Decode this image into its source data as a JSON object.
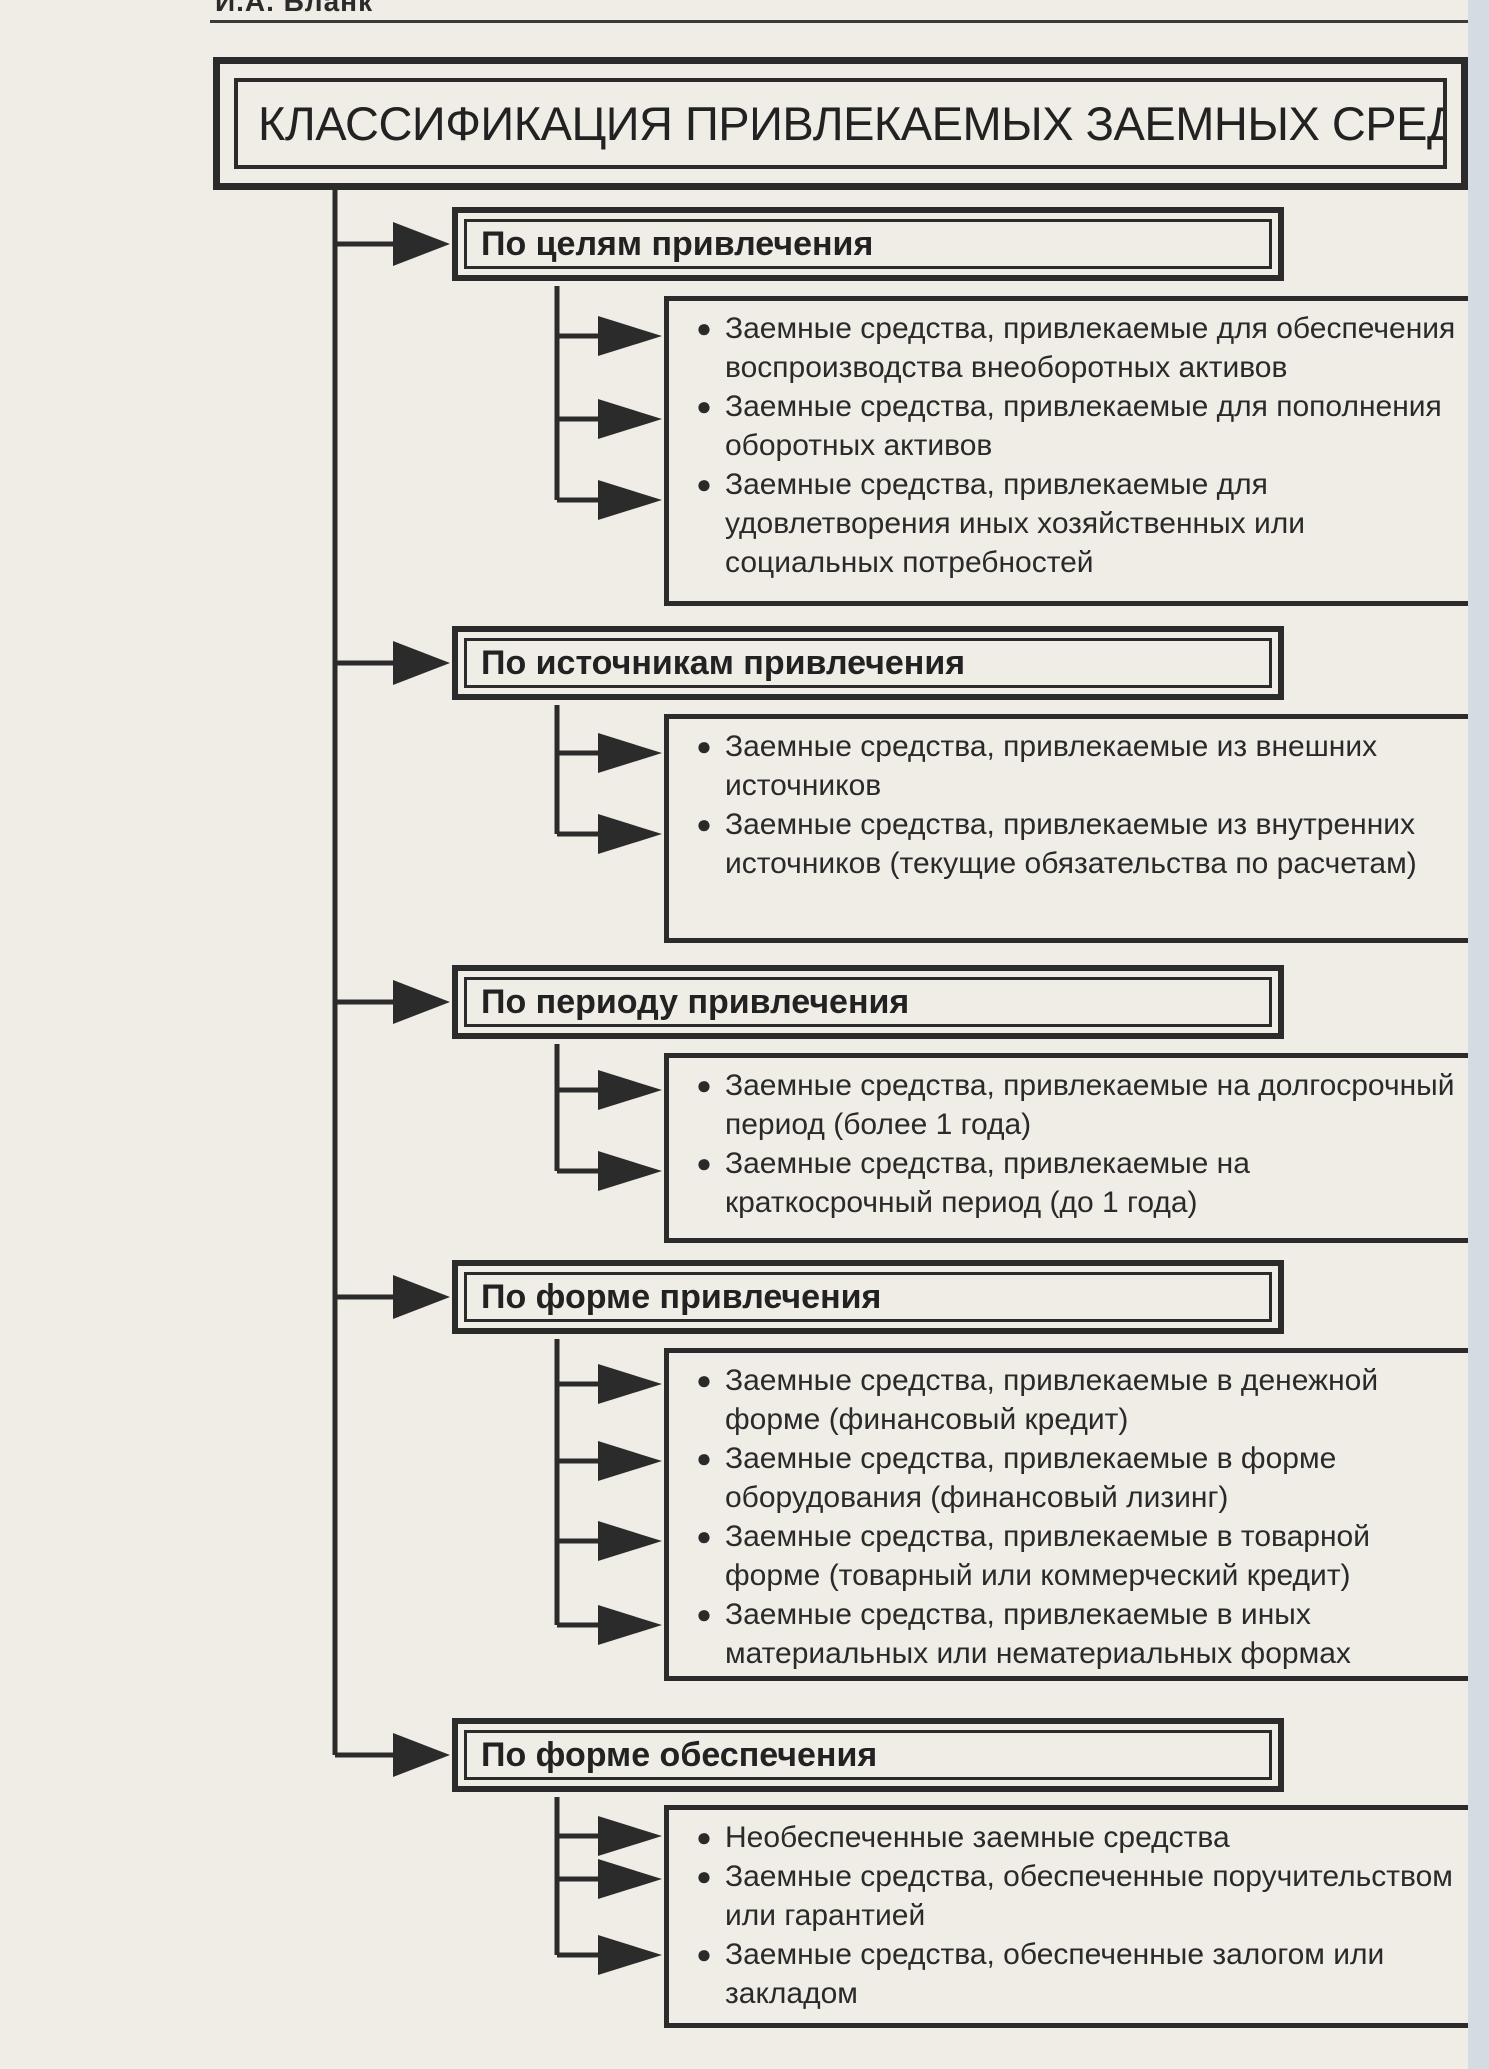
{
  "running_head": "И.А. Бланк",
  "title": "КЛАССИФИКАЦИЯ ПРИВЛЕКАЕМЫХ ЗАЕМНЫХ СРЕДСТВ",
  "categories": [
    {
      "label": "По целям привлечения",
      "items": [
        "Заемные средства, привлекаемые для обеспечения воспроизводства внеоборотных активов",
        "Заемные средства, привлекаемые для пополнения оборотных активов",
        "Заемные средства, привлекаемые для удовлетворения иных хозяйственных или социальных потребностей"
      ]
    },
    {
      "label": "По источникам привлечения",
      "items": [
        "Заемные средства, привлекаемые из внешних источников",
        "Заемные средства, привлекаемые из внутренних источников (текущие обязательства по расчетам)"
      ]
    },
    {
      "label": "По периоду привлечения",
      "items": [
        "Заемные средства, привлекаемые на долгосрочный период (более 1 года)",
        "Заемные средства, привлекаемые на краткосрочный период (до 1 года)"
      ]
    },
    {
      "label": "По форме привлечения",
      "items": [
        "Заемные средства, привлекаемые в денежной форме (финансовый кредит)",
        "Заемные средства, привлекаемые в форме оборудования (финансовый лизинг)",
        "Заемные средства, привлекаемые в товарной форме (товарный или коммерческий кредит)",
        "Заемные средства, привлекаемые в иных материальных или нематериальных формах"
      ]
    },
    {
      "label": "По форме обеспечения",
      "items": [
        "Необеспеченные заемные средства",
        "Заемные средства, обеспеченные поручительством или гарантией",
        "Заемные средства, обеспеченные залогом или закладом"
      ]
    }
  ],
  "bullet_glyph": "●",
  "colors": {
    "ink": "#2b2b2b",
    "paper": "#efede6"
  }
}
